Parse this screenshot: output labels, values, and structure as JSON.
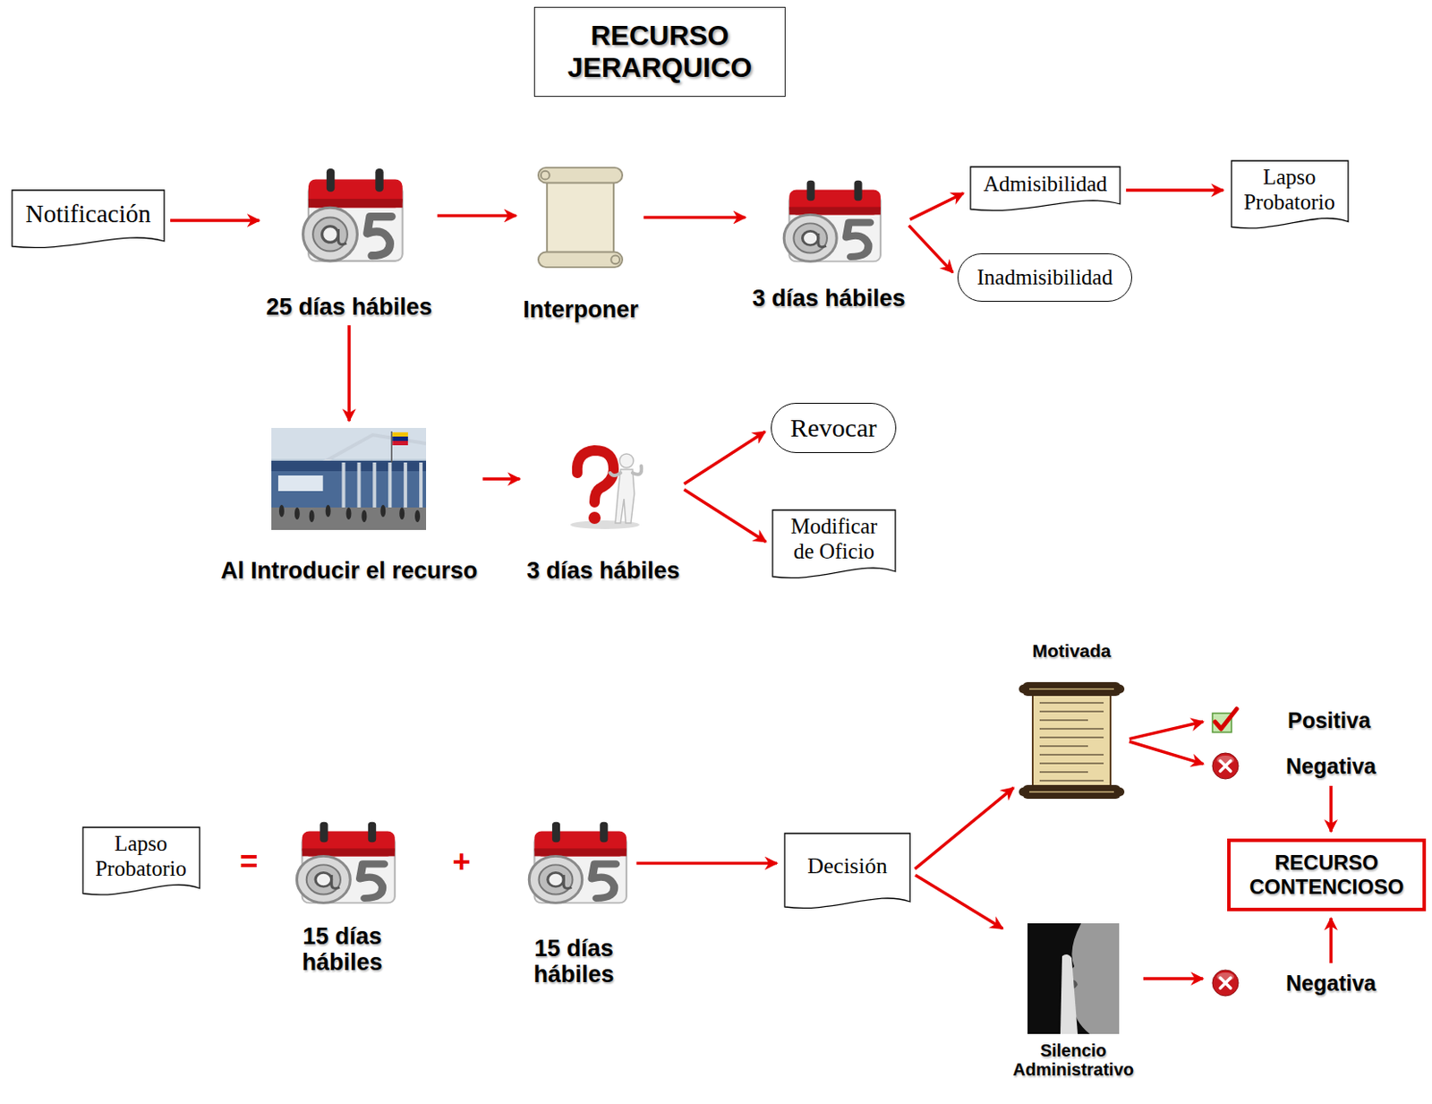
{
  "diagram": {
    "title": "RECURSO JERARQUICO",
    "nodes": [
      {
        "text": [
          "Notificación"
        ]
      },
      {
        "text": [
          "25 días hábiles"
        ]
      },
      {
        "text": [
          "Interponer"
        ]
      },
      {
        "text": [
          "3 días hábiles"
        ]
      },
      {
        "text": [
          "Admisibilidad"
        ]
      },
      {
        "text": [
          "Lapso Probatorio"
        ]
      },
      {
        "text": [
          "Inadmisibilidad"
        ]
      },
      {
        "text": [
          "Al Introducir el recurso"
        ]
      },
      {
        "text": [
          "3 días hábiles"
        ]
      },
      {
        "text": [
          "Revocar"
        ]
      },
      {
        "text": [
          "Modificar de Oficio"
        ]
      },
      {
        "text": [
          "Lapso Probatorio"
        ]
      },
      {
        "text": [
          "15 días hábiles"
        ]
      },
      {
        "text": [
          "15 días hábiles"
        ]
      },
      {
        "text": [
          "Decisión"
        ]
      },
      {
        "text": [
          "Motivada"
        ]
      },
      {
        "text": [
          "Positiva"
        ]
      },
      {
        "text": [
          "Negativa"
        ]
      },
      {
        "text": [
          "RECURSO CONTENCIOSO"
        ]
      },
      {
        "text": [
          "Silencio Administrativo"
        ]
      },
      {
        "text": [
          "Negativa"
        ]
      }
    ],
    "edges": [
      {
        "from": 0,
        "to": 1,
        "arrow": "to"
      },
      {
        "from": 1,
        "to": 2,
        "arrow": "to"
      },
      {
        "from": 2,
        "to": 3,
        "arrow": "to"
      },
      {
        "from": 3,
        "to": 4,
        "arrow": "to"
      },
      {
        "from": 3,
        "to": 6,
        "arrow": "to"
      },
      {
        "from": 4,
        "to": 5,
        "arrow": "to"
      },
      {
        "from": 1,
        "to": 7,
        "arrow": "to"
      },
      {
        "from": 7,
        "to": 8,
        "arrow": "to"
      },
      {
        "from": 8,
        "to": 9,
        "arrow": "to"
      },
      {
        "from": 8,
        "to": 10,
        "arrow": "to"
      },
      {
        "from": 13,
        "to": 14,
        "arrow": "to"
      },
      {
        "from": 14,
        "to": 15,
        "arrow": "to"
      },
      {
        "from": 14,
        "to": 19,
        "arrow": "to"
      },
      {
        "from": 15,
        "to": 16,
        "arrow": "to"
      },
      {
        "from": 15,
        "to": 17,
        "arrow": "to"
      },
      {
        "from": 17,
        "to": 18,
        "arrow": "to"
      },
      {
        "from": 19,
        "to": 20,
        "arrow": "to"
      },
      {
        "from": 20,
        "to": 18,
        "arrow": "to"
      }
    ],
    "labels": [
      "=",
      "+"
    ]
  }
}
